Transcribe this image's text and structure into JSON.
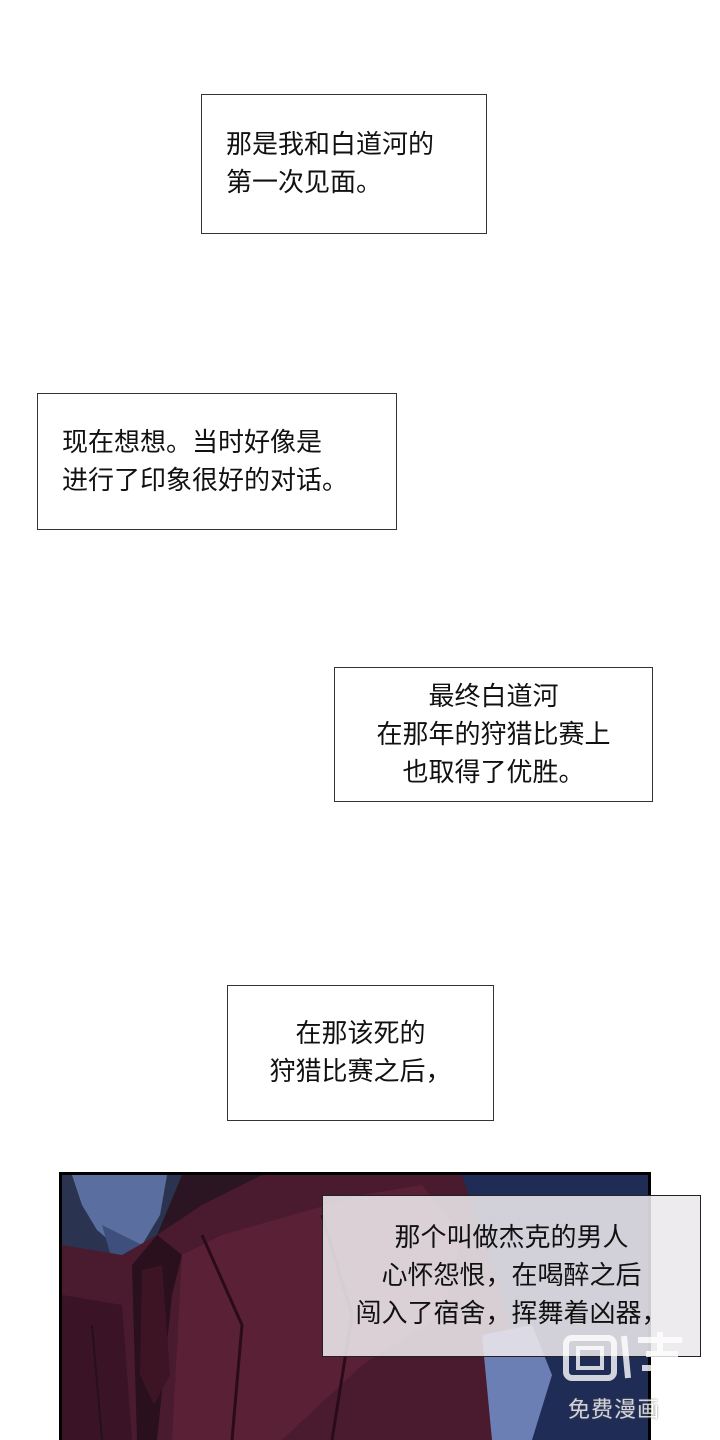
{
  "captions": {
    "c1": [
      "那是我和白道河的",
      "第一次见面。"
    ],
    "c2": [
      "现在想想。当时好像是",
      "进行了印象很好的对话。"
    ],
    "c3": [
      "最终白道河",
      "在那年的狩猎比赛上",
      "也取得了优胜。"
    ],
    "c4": [
      "在那该死的",
      "狩猎比赛之后，"
    ],
    "c5": [
      "那个叫做杰克的男人",
      "心怀怨恨，在喝醉之后",
      "闯入了宿舍，挥舞着凶器，"
    ]
  },
  "watermark": {
    "logo_text": "画涯",
    "subtitle": "免费漫画"
  }
}
